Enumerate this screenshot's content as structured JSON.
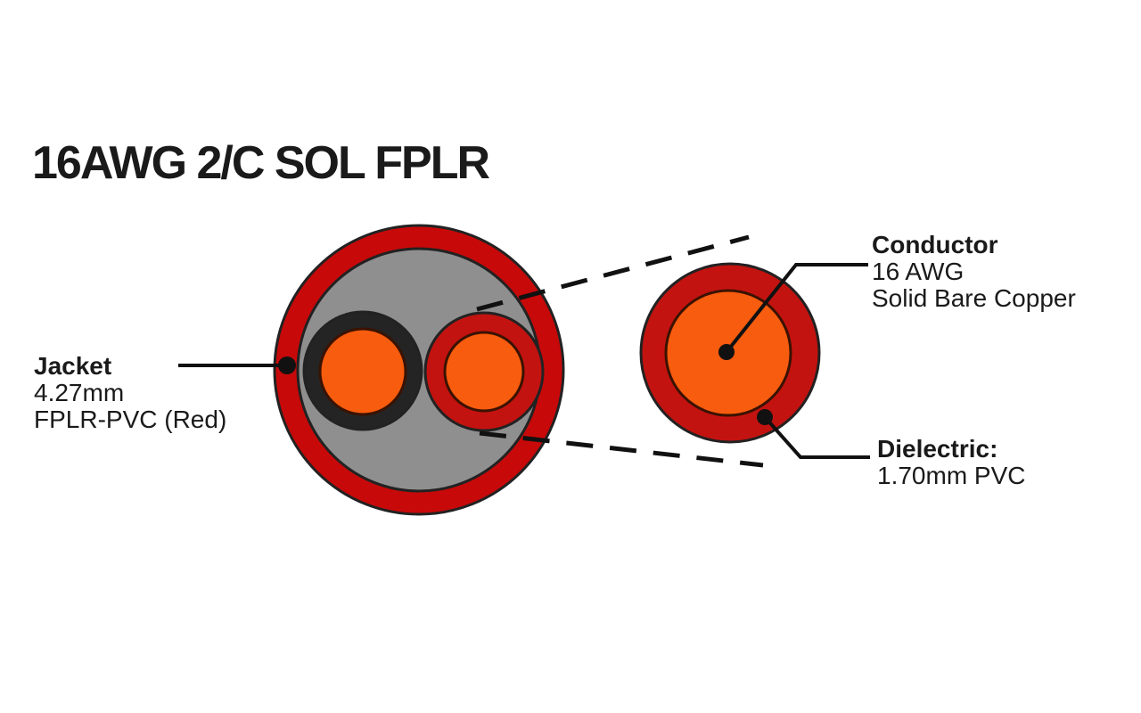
{
  "title": "16AWG 2/C SOL FPLR",
  "labels": {
    "jacket": {
      "name": "Jacket",
      "size": "4.27mm",
      "material": "FPLR-PVC (Red)"
    },
    "conductor": {
      "name": "Conductor",
      "gauge": "16 AWG",
      "material": "Solid Bare Copper"
    },
    "dielectric": {
      "name": "Dielectric:",
      "spec": "1.70mm PVC"
    }
  },
  "colors": {
    "jacket_red": "#c80909",
    "filler_gray": "#8f8f8f",
    "insulation_black": "#242424",
    "dielectric_red": "#c31310",
    "core_orange": "#f85c0e",
    "outline_dark": "#222222",
    "outline_core": "#3a1200",
    "line_black": "#111111",
    "background": "#ffffff",
    "text": "#1a1a1a"
  }
}
